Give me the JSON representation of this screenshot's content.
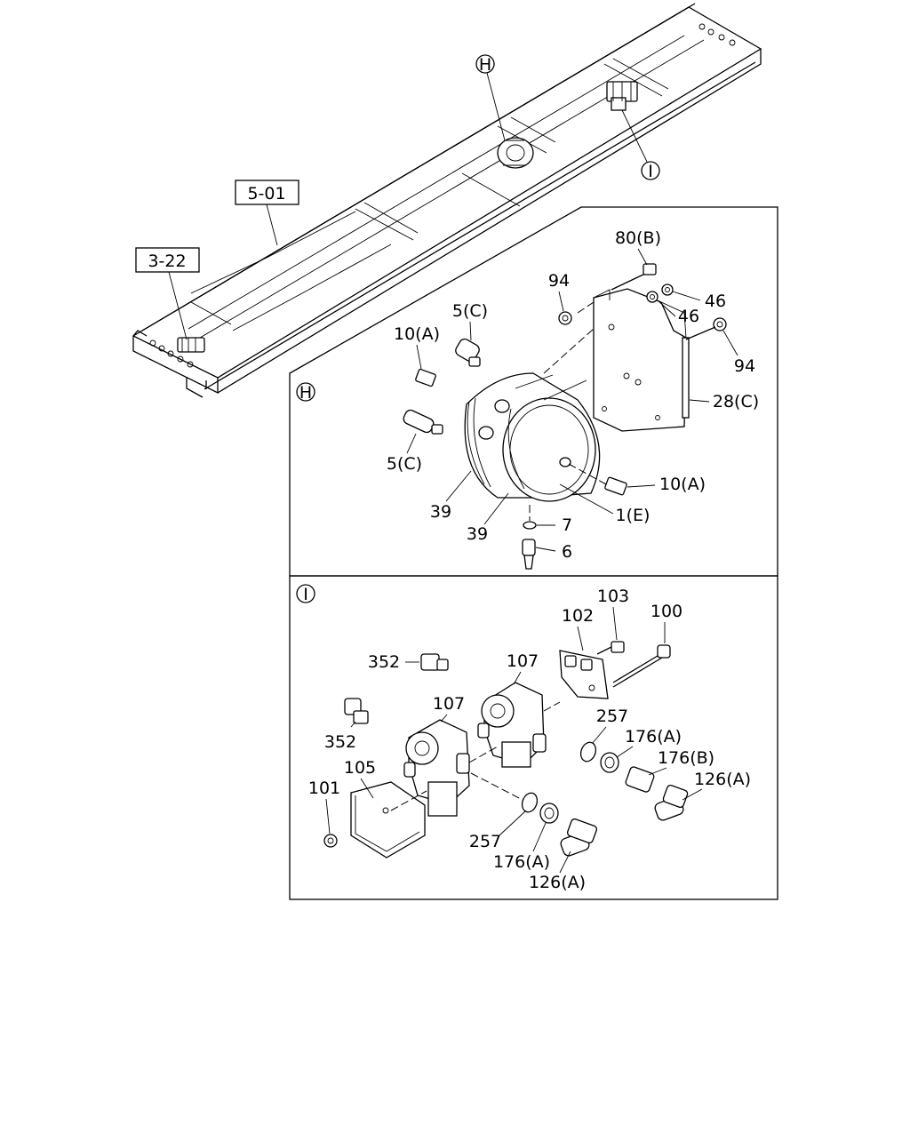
{
  "overview": {
    "ref_boxes": [
      "5-01",
      "3-22"
    ],
    "markers": [
      "H",
      "I"
    ]
  },
  "detail_h": {
    "marker": "H",
    "callouts": [
      "80(B)",
      "94",
      "46",
      "46",
      "94",
      "5(C)",
      "10(A)",
      "28(C)",
      "5(C)",
      "10(A)",
      "39",
      "1(E)",
      "39",
      "7",
      "6"
    ]
  },
  "detail_i": {
    "marker": "I",
    "callouts": [
      "103",
      "102",
      "100",
      "352",
      "107",
      "107",
      "257",
      "176(A)",
      "352",
      "176(B)",
      "105",
      "126(A)",
      "101",
      "257",
      "176(A)",
      "126(A)"
    ]
  }
}
